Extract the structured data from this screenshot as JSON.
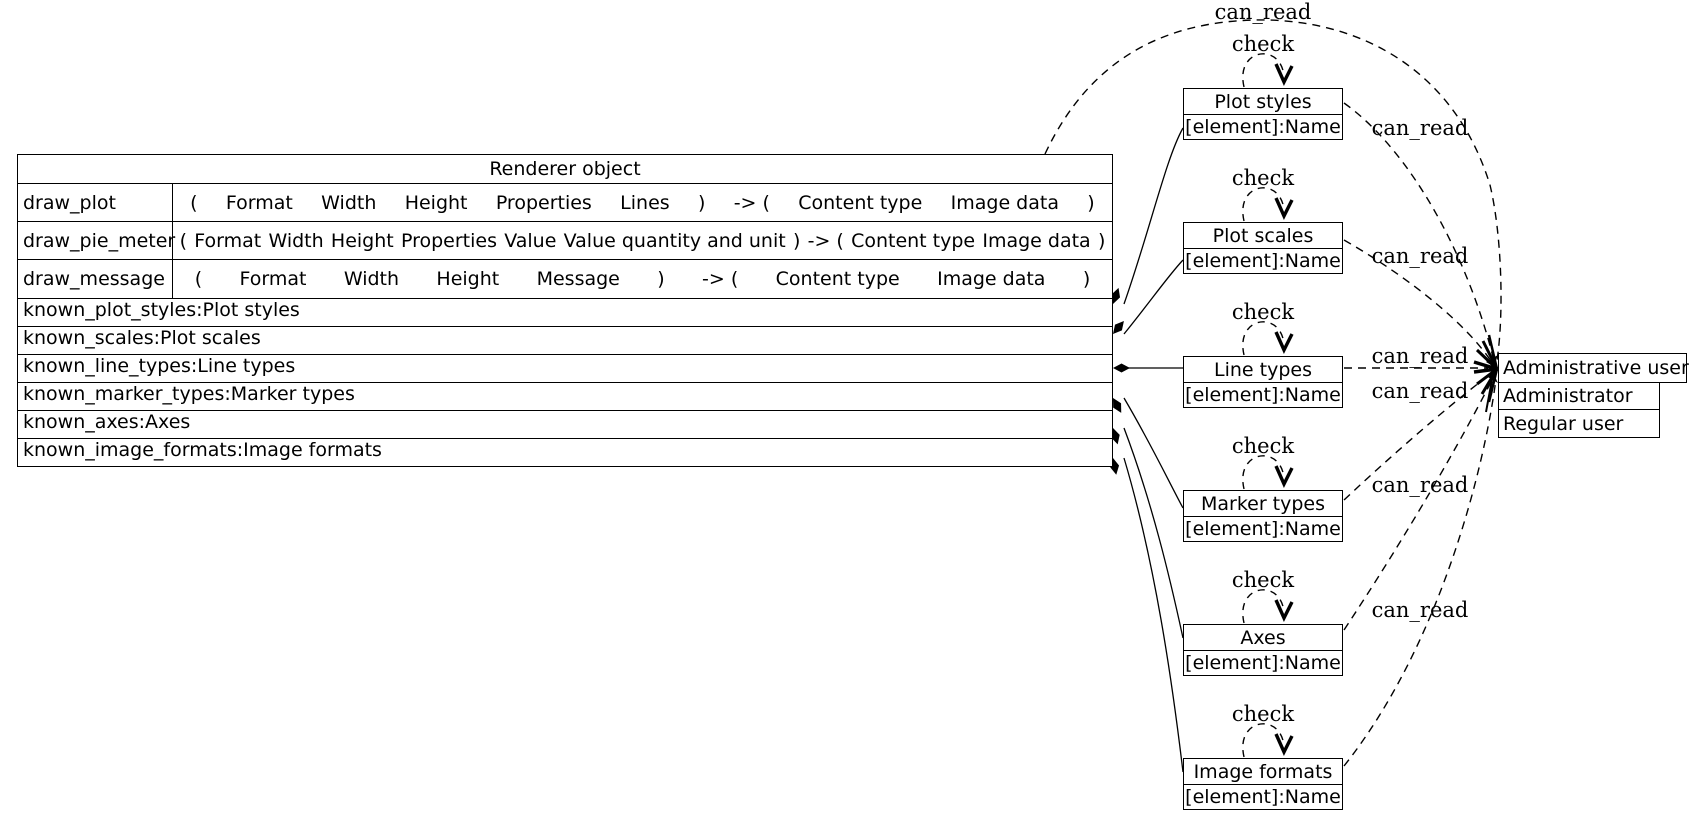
{
  "renderer_table": {
    "title": "Renderer object",
    "methods": [
      {
        "name": "draw_plot",
        "signature": [
          "(",
          "Format",
          "Width",
          "Height",
          "Properties",
          "Lines",
          ")",
          "-> (",
          "Content type",
          "Image data",
          ")"
        ]
      },
      {
        "name": "draw_pie_meter",
        "signature": [
          "(",
          "Format",
          "Width",
          "Height",
          "Properties",
          "Value",
          "Value quantity and unit",
          ")",
          "-> (",
          "Content type",
          "Image data",
          ")"
        ]
      },
      {
        "name": "draw_message",
        "signature": [
          "(",
          "Format",
          "Width",
          "Height",
          "Message",
          ")",
          "-> (",
          "Content type",
          "Image data",
          ")"
        ]
      }
    ],
    "attributes": [
      "known_plot_styles:Plot styles",
      "known_scales:Plot scales",
      "known_line_types:Line types",
      "known_marker_types:Marker types",
      "known_axes:Axes",
      "known_image_formats:Image formats"
    ]
  },
  "collections": [
    {
      "title": "Plot styles",
      "element": "[element]:Name"
    },
    {
      "title": "Plot scales",
      "element": "[element]:Name"
    },
    {
      "title": "Line types",
      "element": "[element]:Name"
    },
    {
      "title": "Marker types",
      "element": "[element]:Name"
    },
    {
      "title": "Axes",
      "element": "[element]:Name"
    },
    {
      "title": "Image formats",
      "element": "[element]:Name"
    }
  ],
  "user_node": {
    "title": "Administrative user",
    "rows": [
      "Administrator",
      "Regular user"
    ]
  },
  "edge_labels": {
    "can_read": "can_read",
    "check": "check"
  },
  "colors": {
    "ink": "#000000",
    "background": "#ffffff"
  }
}
